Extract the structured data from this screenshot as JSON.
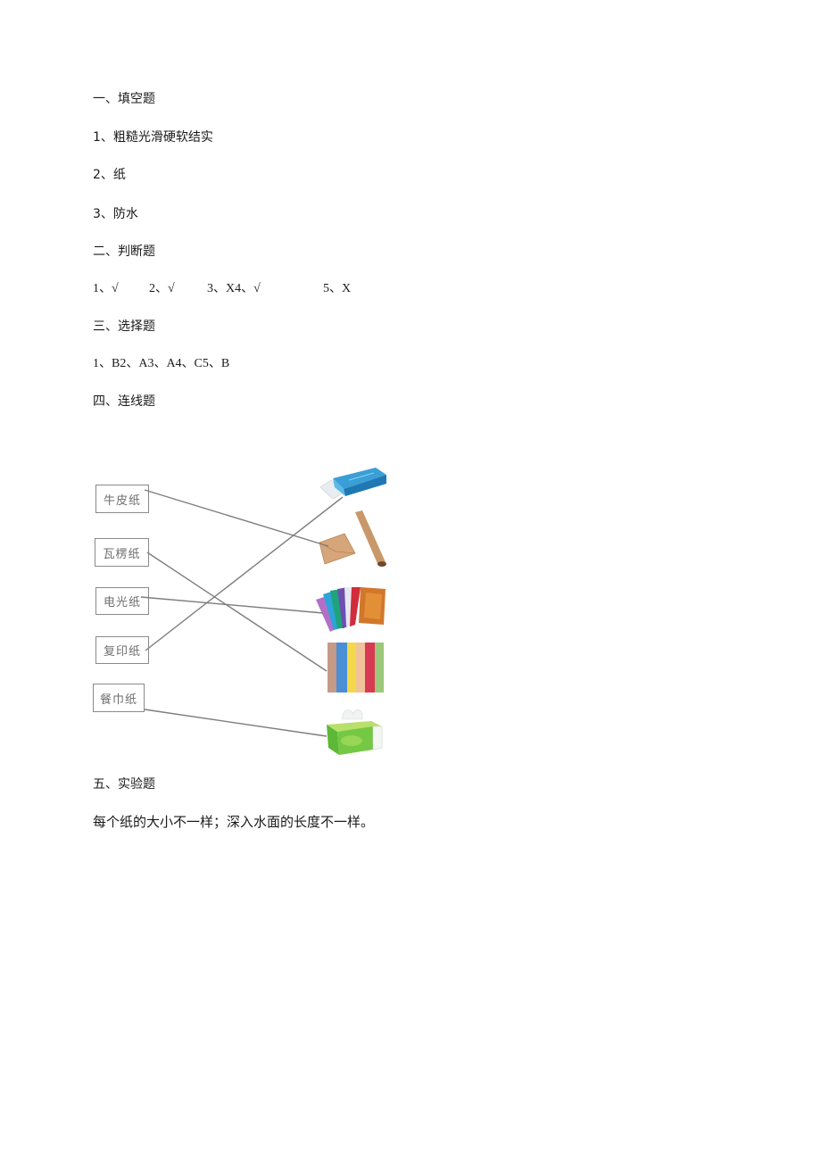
{
  "sections": {
    "fill_blank": {
      "heading": "一、填空题",
      "items": [
        "1、粗糙光滑硬软结实",
        "2、纸",
        "3、防水"
      ]
    },
    "true_false": {
      "heading": "二、判断题",
      "items": [
        "1、√",
        "2、√",
        "3、X4、√",
        "5、X"
      ]
    },
    "multiple_choice": {
      "heading": "三、选择题",
      "answer": "1、B2、A3、A4、C5、B"
    },
    "matching": {
      "heading": "四、连线题",
      "labels": [
        "牛皮纸",
        "瓦楞纸",
        "电光纸",
        "复印纸",
        "餐巾纸"
      ],
      "pictures": [
        "copy-paper-ream",
        "kraft-paper-envelope-and-roll",
        "foil-paper-fan",
        "corrugated-colored-paper",
        "tissue-box"
      ],
      "connections": [
        {
          "from": "牛皮纸",
          "to": "kraft-paper-envelope-and-roll"
        },
        {
          "from": "瓦楞纸",
          "to": "corrugated-colored-paper"
        },
        {
          "from": "电光纸",
          "to": "foil-paper-fan"
        },
        {
          "from": "复印纸",
          "to": "copy-paper-ream"
        },
        {
          "from": "餐巾纸",
          "to": "tissue-box"
        }
      ]
    },
    "experiment": {
      "heading": "五、实验题",
      "answer": "每个纸的大小不一样；深入水面的长度不一样。"
    }
  }
}
